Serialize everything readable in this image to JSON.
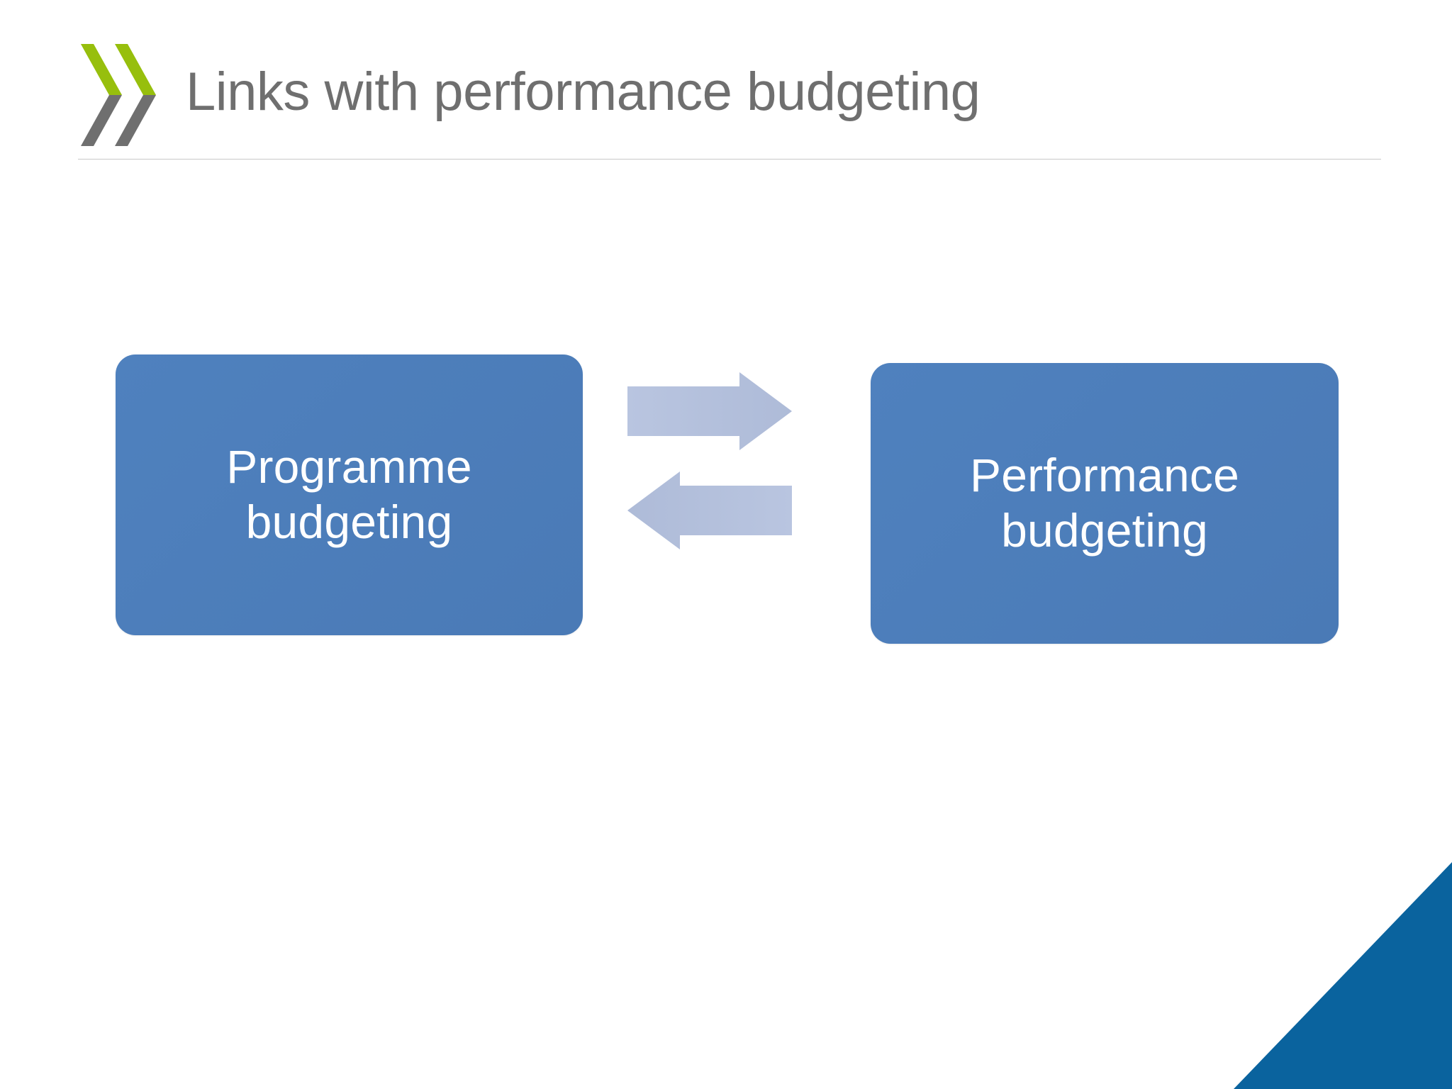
{
  "slide": {
    "title": "Links with performance budgeting",
    "background_color": "#ffffff"
  },
  "logo": {
    "name": "double-chevron-logo",
    "green_color": "#97bf0d",
    "gray_color": "#6f6f6f"
  },
  "header": {
    "title_color": "#6f6f6f",
    "rule_color": "#c9c9c9"
  },
  "diagram": {
    "type": "two-node-bidirectional-flow",
    "node_fill": "#4f81be",
    "node_text_color": "#ffffff",
    "arrow_fill": "#b4c1dd",
    "nodes": [
      {
        "id": "programme",
        "label": "Programme\nbudgeting"
      },
      {
        "id": "performance",
        "label": "Performance\nbudgeting"
      }
    ],
    "connectors": [
      {
        "id": "arrow-right",
        "direction": "right",
        "from": "programme",
        "to": "performance"
      },
      {
        "id": "arrow-left",
        "direction": "left",
        "from": "performance",
        "to": "programme"
      }
    ]
  },
  "decoration": {
    "corner_triangle_color": "#0a639e"
  }
}
